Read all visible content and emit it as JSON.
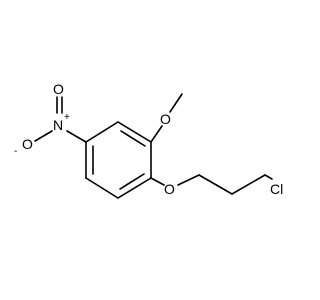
{
  "molecule": {
    "atoms": {
      "nitro_n": {
        "label": "N",
        "charge": "+"
      },
      "nitro_o_double": {
        "label": "O"
      },
      "nitro_o_single": {
        "label": "O",
        "charge": "-"
      },
      "methoxy_o": {
        "label": "O"
      },
      "ether_o": {
        "label": "O"
      },
      "chlorine": {
        "label": "Cl"
      }
    }
  },
  "colors": {
    "bond": "#000000",
    "text": "#000000",
    "background": "#ffffff"
  }
}
